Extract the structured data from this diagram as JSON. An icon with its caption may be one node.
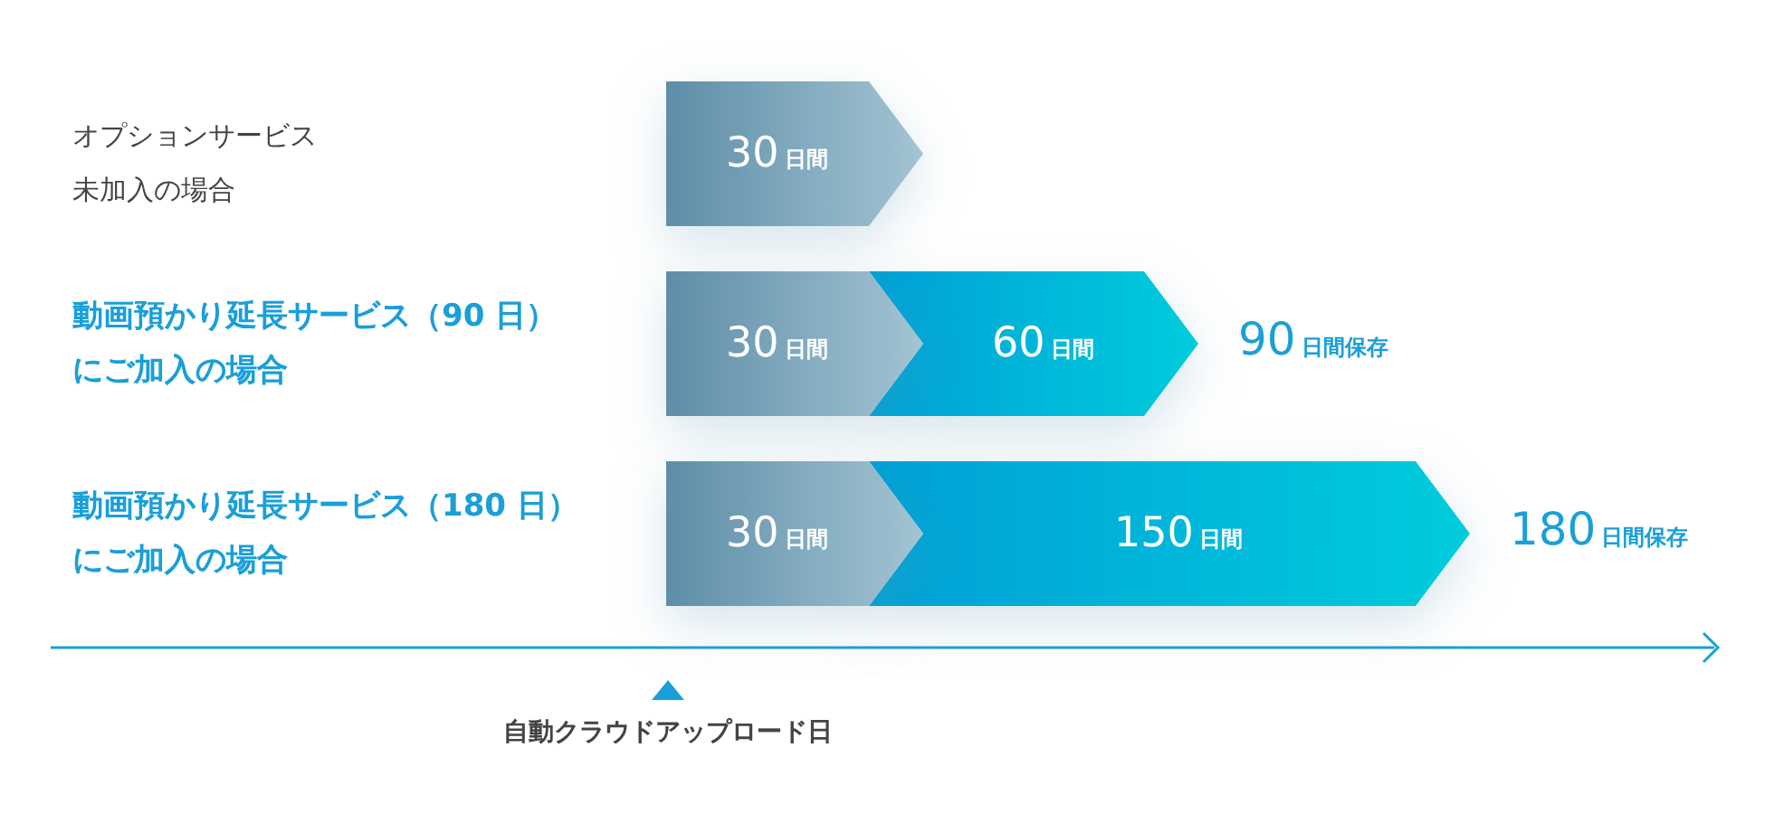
{
  "diagram": {
    "nodes": [
      {
        "text": [
          "30日間"
        ]
      },
      {
        "text": [
          "30日間"
        ]
      },
      {
        "text": [
          "60日間"
        ],
        "beside": [
          "90日間保存"
        ]
      },
      {
        "text": [
          "30日間"
        ]
      },
      {
        "text": [
          "150日間"
        ],
        "beside": [
          "180日間保存"
        ]
      }
    ],
    "edges": [],
    "labels": [
      "オプションサービス未加入の場合",
      "動画預かり延長サービス（90 日）にご加入の場合",
      "動画預かり延長サービス（180 日）にご加入の場合",
      "自動クラウドアップロード日"
    ]
  }
}
